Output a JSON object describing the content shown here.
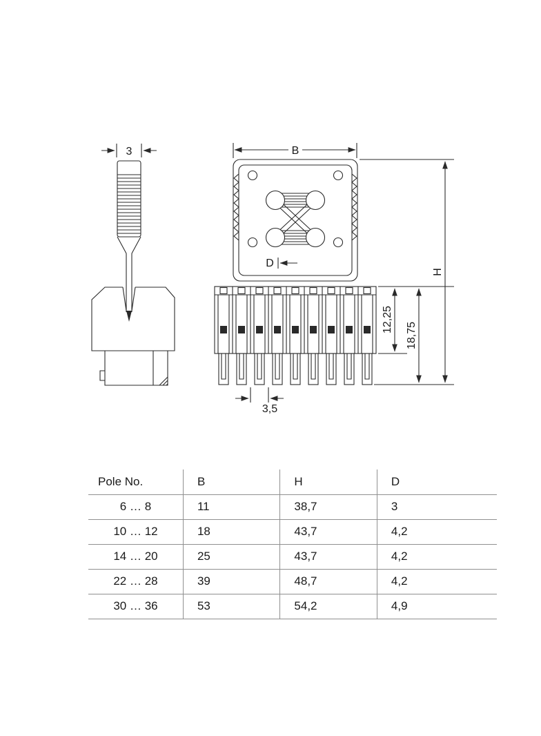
{
  "drawing": {
    "tool_width": "3",
    "b": "B",
    "d": "D",
    "h": "H",
    "upper_body_height": "12,25",
    "total_body_height": "18,75",
    "pin_pitch": "3,5"
  },
  "table": {
    "headers": [
      "Pole No.",
      "B",
      "H",
      "D"
    ],
    "rows": [
      [
        "6 … 8",
        "11",
        "38,7",
        "3"
      ],
      [
        "10 … 12",
        "18",
        "43,7",
        "4,2"
      ],
      [
        "14 … 20",
        "25",
        "43,7",
        "4,2"
      ],
      [
        "22 … 28",
        "39",
        "48,7",
        "4,2"
      ],
      [
        "30 … 36",
        "53",
        "54,2",
        "4,9"
      ]
    ]
  }
}
